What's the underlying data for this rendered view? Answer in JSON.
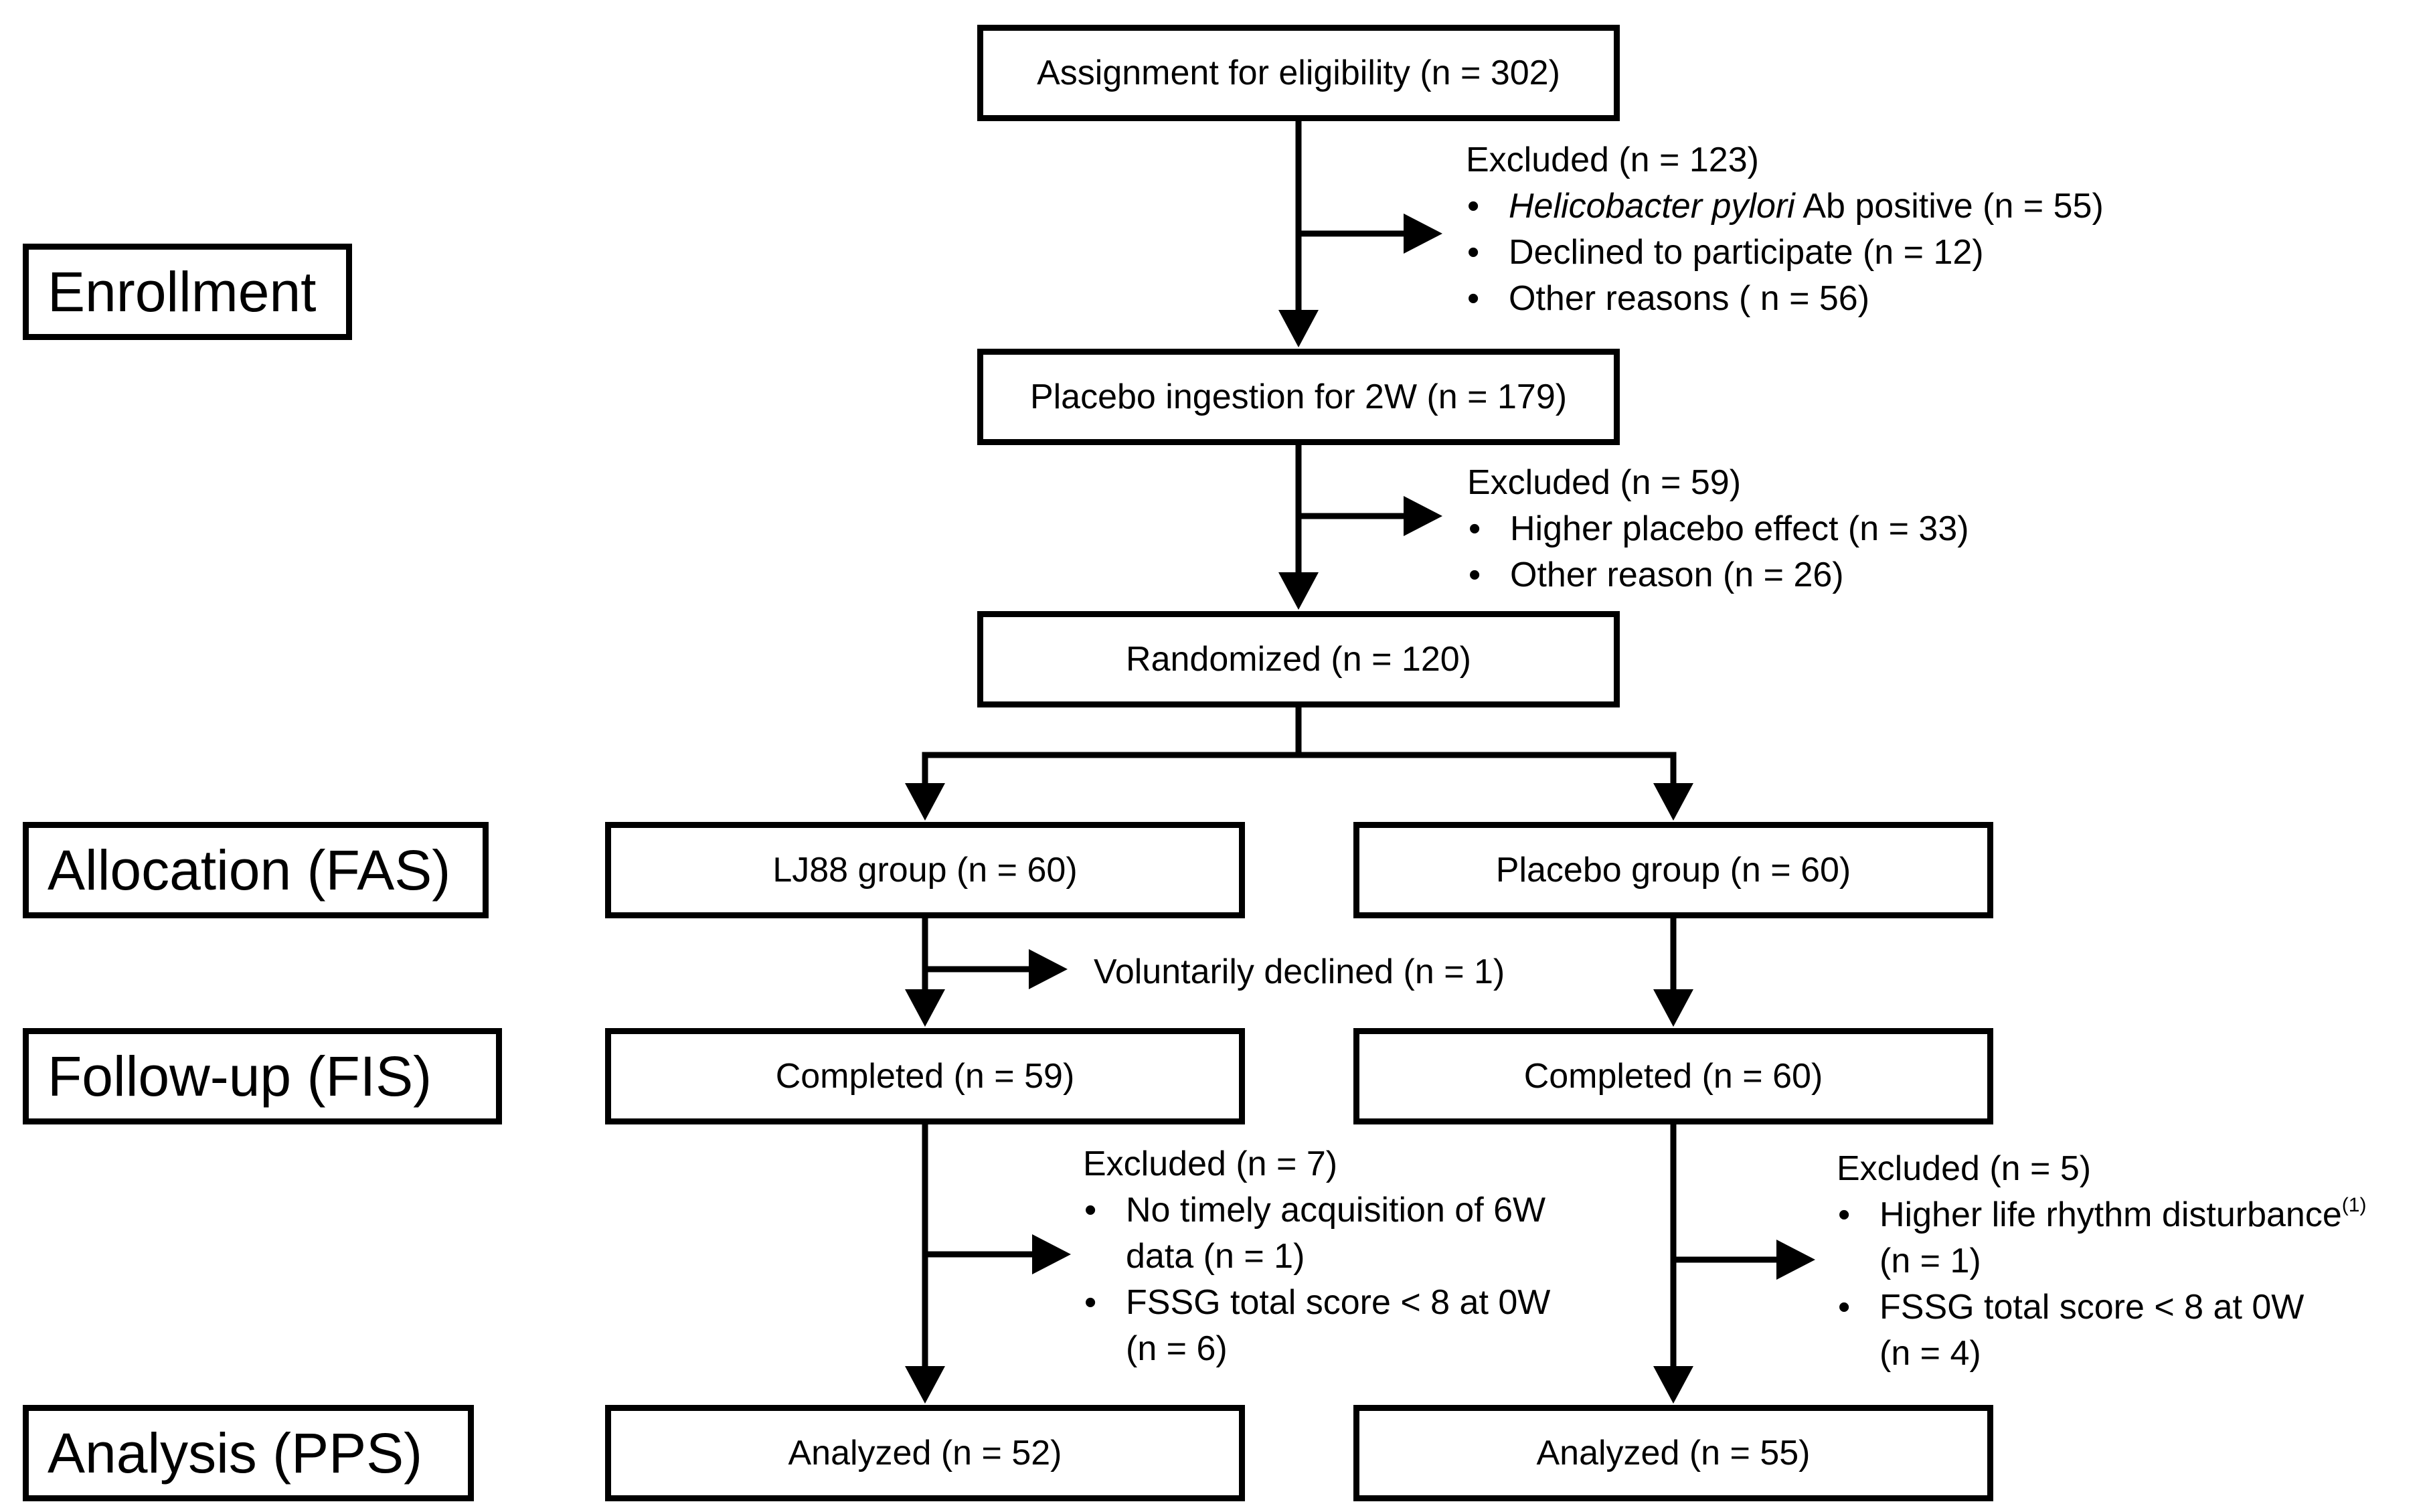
{
  "stages": {
    "enrollment": "Enrollment",
    "allocation": "Allocation (FAS)",
    "followup": "Follow-up (FIS)",
    "analysis": "Analysis (PPS)"
  },
  "boxes": {
    "assignment": "Assignment for eligibility (n = 302)",
    "placebo_ingestion": "Placebo ingestion for 2W (n = 179)",
    "randomized": "Randomized (n = 120)",
    "lj88_group": "LJ88 group (n = 60)",
    "placebo_group": "Placebo group (n = 60)",
    "lj88_completed": "Completed (n = 59)",
    "placebo_completed": "Completed (n = 60)",
    "lj88_analyzed": "Analyzed (n = 52)",
    "placebo_analyzed": "Analyzed (n = 55)"
  },
  "notes": {
    "excluded_enrollment": {
      "heading": "Excluded (n = 123)",
      "item1_italic": "Helicobacter pylori",
      "item1_rest": " Ab positive (n = 55)",
      "item2": "Declined to participate (n = 12)",
      "item3": "Other reasons ( n = 56)"
    },
    "excluded_placebo_run": {
      "heading": "Excluded (n = 59)",
      "item1": "Higher placebo effect (n = 33)",
      "item2": "Other reason  (n = 26)"
    },
    "voluntarily_declined": "Voluntarily declined (n = 1)",
    "excluded_lj88": {
      "heading": "Excluded (n = 7)",
      "item1_line1": "No timely acquisition of 6W",
      "item1_line2": "data (n = 1)",
      "item2_line1": "FSSG total score < 8 at 0W",
      "item2_line2": "(n = 6)"
    },
    "excluded_placebo": {
      "heading": "Excluded (n = 5)",
      "item1_line1": "Higher life rhythm disturbance",
      "item1_sup": "(1)",
      "item1_line2": "(n = 1)",
      "item2_line1": "FSSG total score < 8 at 0W",
      "item2_line2": "(n = 4)"
    }
  },
  "colors": {
    "line": "#000000",
    "background": "#ffffff"
  }
}
